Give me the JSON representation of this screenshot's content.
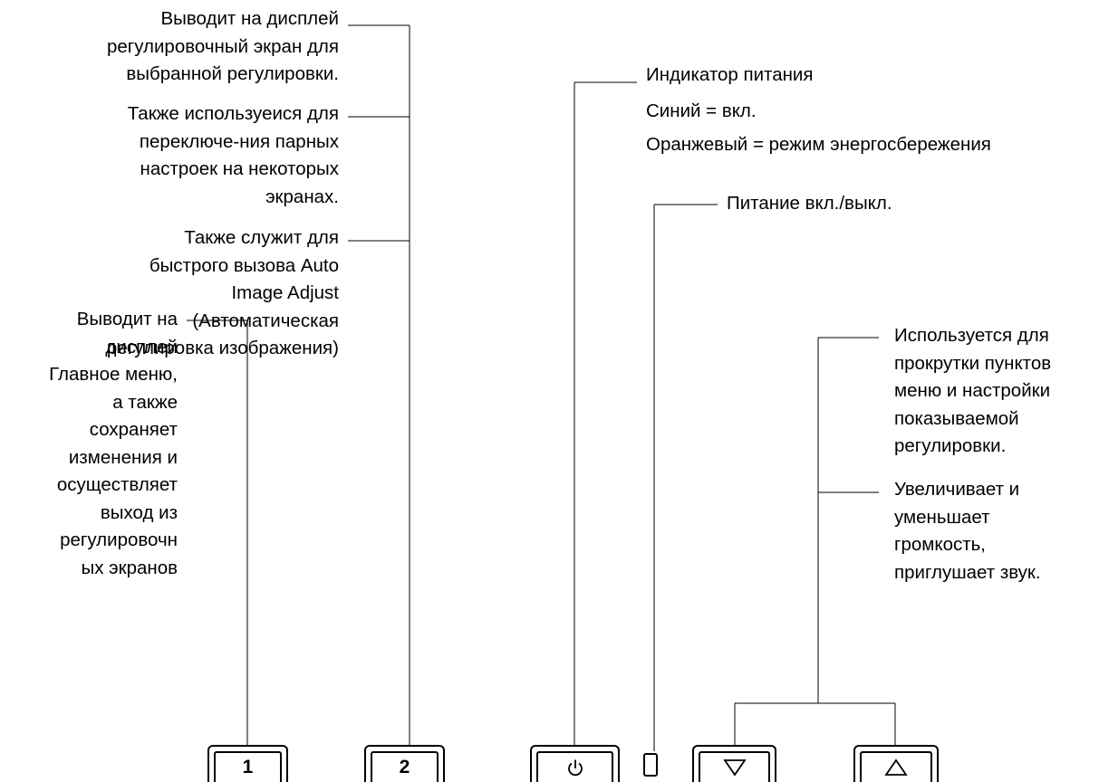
{
  "labels": {
    "menu_select": "Выводит на дисплей\nрегулировочный экран для\nвыбранной регулировки.",
    "toggle_pairs": "Также используеися для\nпереключе-ния парных\nнастроек на некоторых\nэкранах.",
    "auto_adjust": "Также служит для\nбыстрого вызова Auto\nImage Adjust\n(Автоматическая\nрегулировка изображения)",
    "main_menu": "Выводит на\nдисплей\nГлавное меню,\nа также\nсохраняет\nизменения и\nосуществляет\nвыход из\nрегулировочн\nых экранов",
    "power_led_title": "Индикатор питания",
    "power_led_blue": "Синий = вкл.",
    "power_led_orange": "Оранжевый = режим энергосбережения",
    "power_button": "Питание вкл./выкл.",
    "scroll": "Используется для\nпрокрутки пунктов\nменю и настройки\nпоказываемой\nрегулировки.",
    "volume": "Увеличивает и\nуменьшает\nгромкость,\nприглушает звук."
  },
  "buttons": {
    "button1": "1",
    "button2": "2"
  },
  "icons": {
    "power": "power-icon",
    "down": "down-triangle-icon",
    "up": "up-triangle-icon"
  }
}
